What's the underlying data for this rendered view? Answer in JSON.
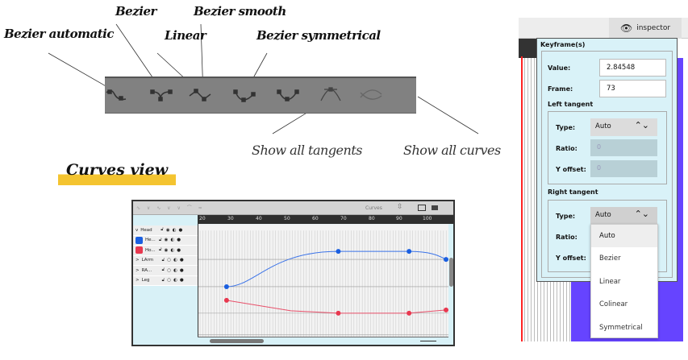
{
  "annotations": {
    "bezier_automatic": "Bezier automatic",
    "bezier": "Bezier",
    "bezier_smooth": "Bezier smooth",
    "linear": "Linear",
    "bezier_symmetrical": "Bezier symmetrical",
    "show_all_tangents": "Show all tangents",
    "show_all_curves": "Show all curves"
  },
  "section_title": "Curves view",
  "curves_view": {
    "mode_select": "Curves",
    "ruler_ticks": [
      "20",
      "30",
      "40",
      "50",
      "60",
      "70",
      "80",
      "90",
      "100"
    ],
    "tracks": [
      {
        "name": "Head",
        "expander": "v"
      },
      {
        "name": "He...",
        "color": "#1a5fe0"
      },
      {
        "name": "Ho...",
        "color": "#e8384f"
      },
      {
        "name": "LArm",
        "expander": ">"
      },
      {
        "name": "RA...",
        "expander": ">"
      },
      {
        "name": "Leg",
        "expander": ">"
      }
    ],
    "curves": [
      {
        "color": "#1a5fe0",
        "keyframes": [
          29,
          69,
          94,
          107
        ]
      },
      {
        "color": "#e8384f",
        "keyframes": [
          29,
          69,
          94,
          107
        ]
      }
    ]
  },
  "inspector": {
    "tab_label": "inspector",
    "panel_title": "Keyframe(s)",
    "value_label": "Value:",
    "value": "2.84548",
    "frame_label": "Frame:",
    "frame": "73",
    "left_tangent": {
      "title": "Left tangent",
      "type_label": "Type:",
      "type": "Auto",
      "ratio_label": "Ratio:",
      "ratio": "0",
      "yoffset_label": "Y offset:",
      "yoffset": "0"
    },
    "right_tangent": {
      "title": "Right tangent",
      "type_label": "Type:",
      "type": "Auto",
      "ratio_label": "Ratio:",
      "yoffset_label": "Y offset:"
    },
    "type_options": [
      "Auto",
      "Bezier",
      "Linear",
      "Colinear",
      "Symmetrical"
    ],
    "accent_bg": "#6644ff"
  }
}
